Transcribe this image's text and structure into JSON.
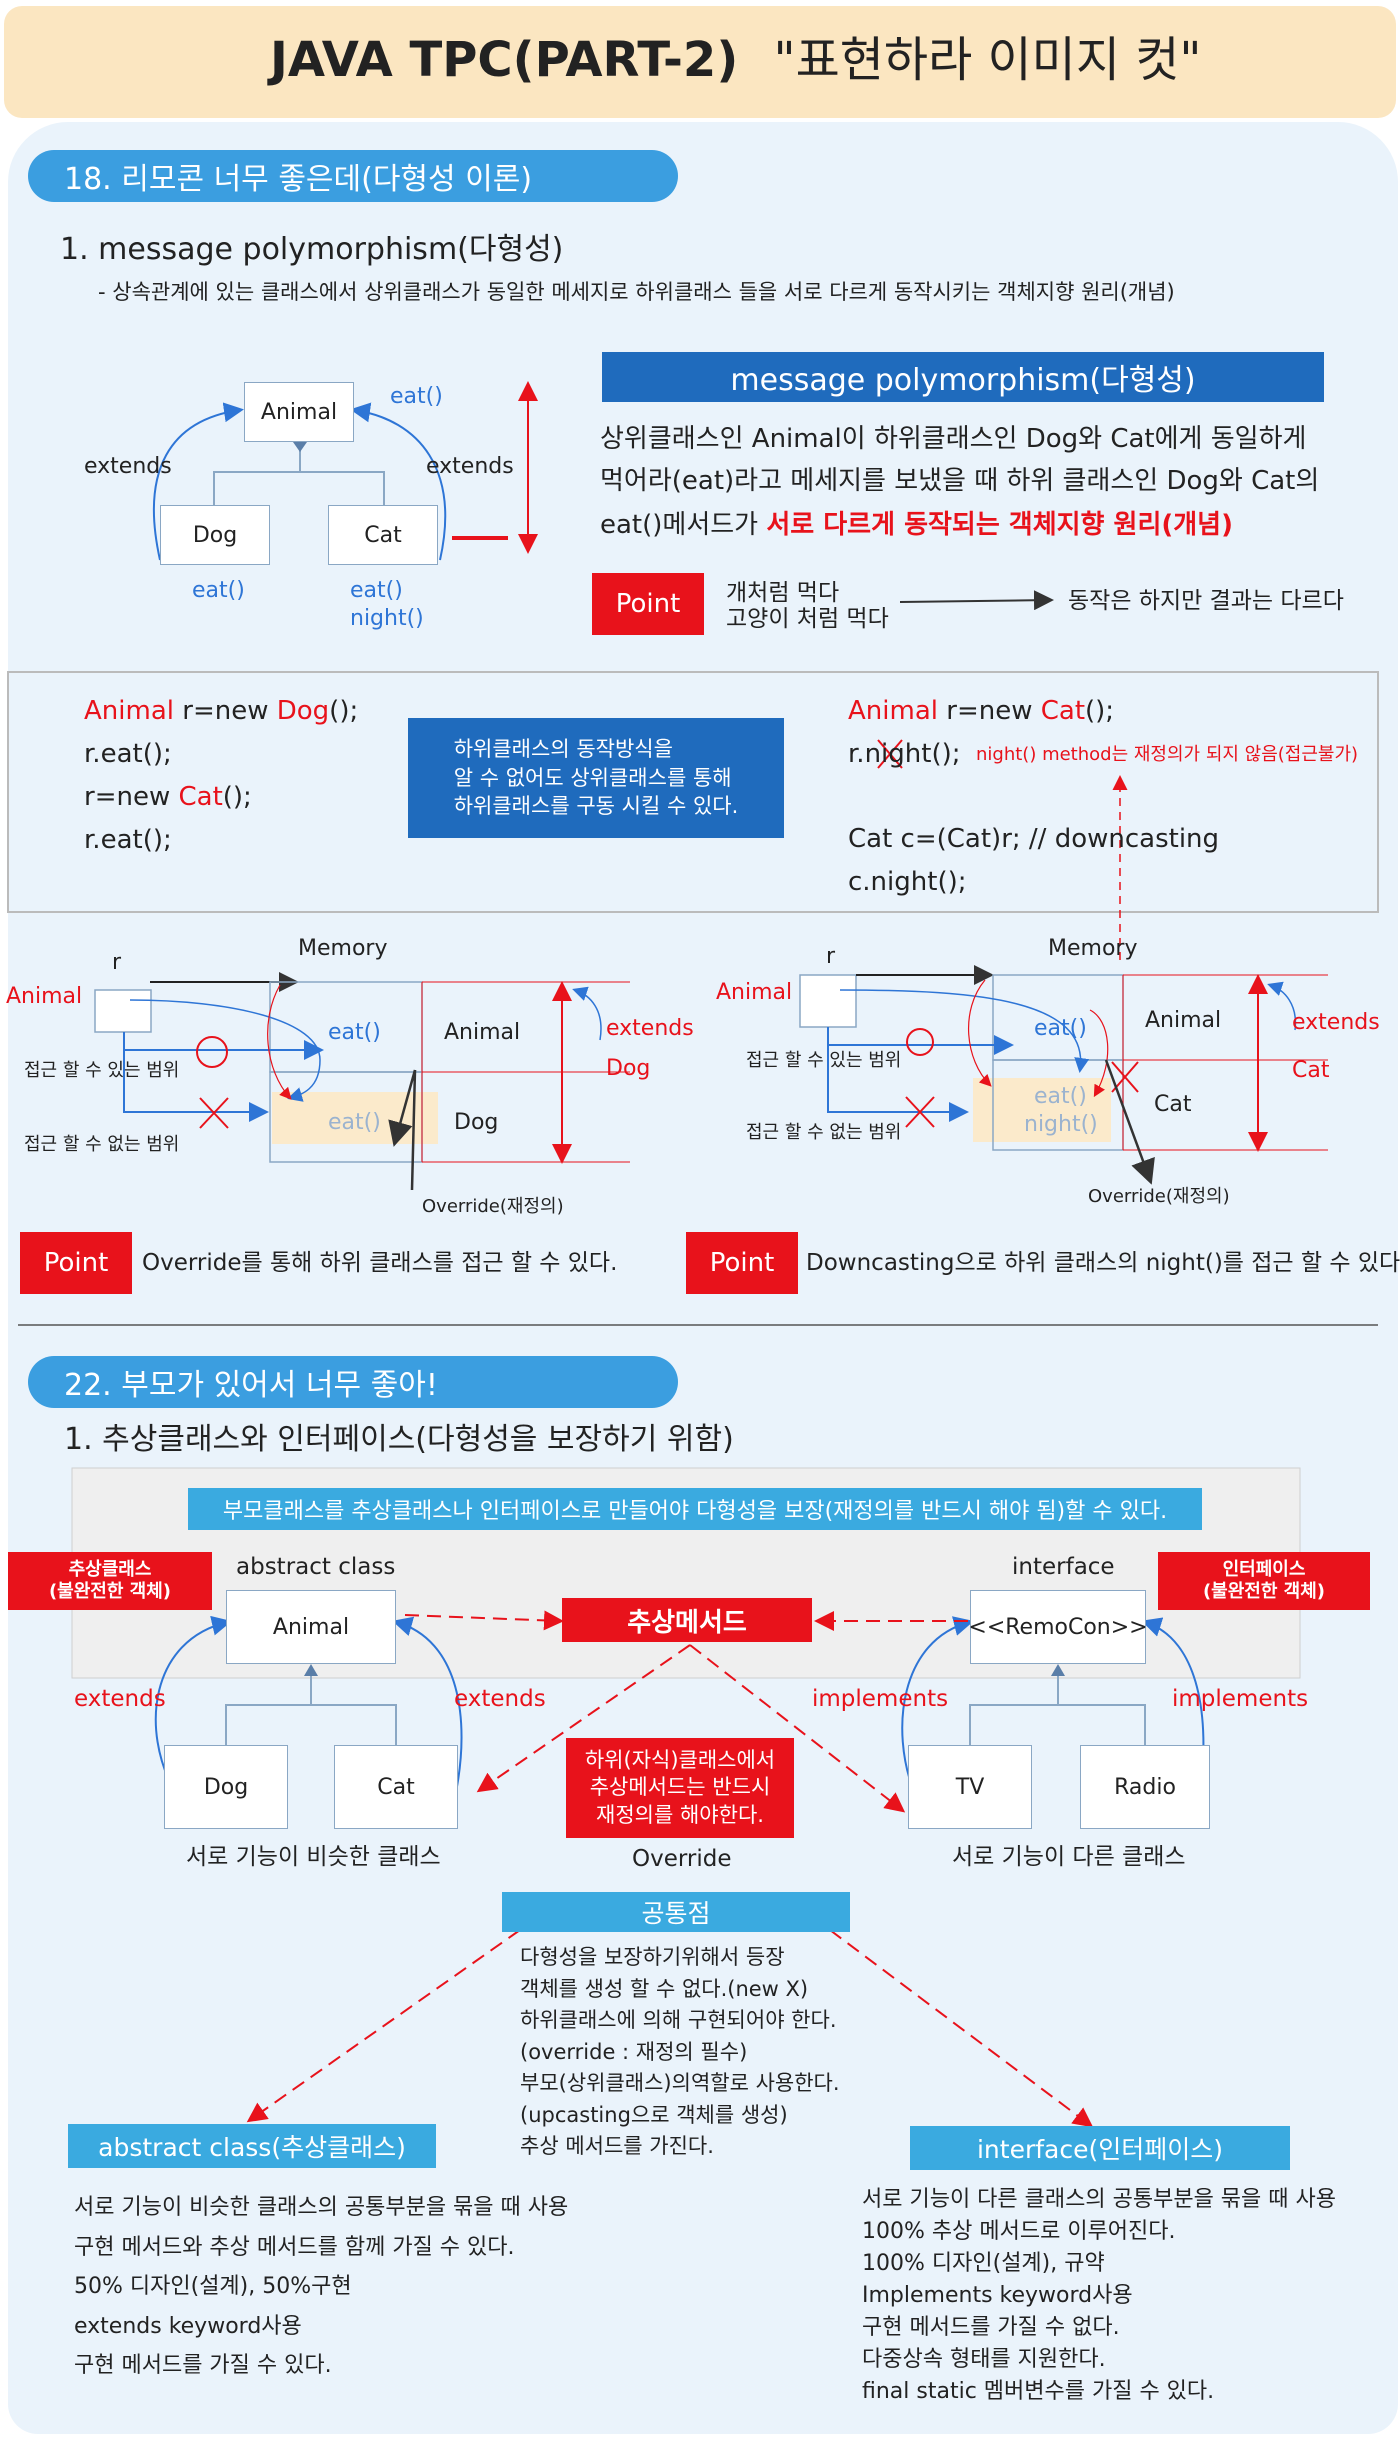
{
  "header": {
    "title_prefix": "JAVA TPC(PART-2)",
    "title_suffix": "\"표현하라 이미지 컷\""
  },
  "sec18": {
    "title": "18. 리모콘 너무 좋은데(다형성 이론)",
    "sub": "1. message polymorphism(다형성)",
    "desc": "- 상속관계에 있는 클래스에서 상위클래스가 동일한 메세지로 하위클래스 들을 서로 다르게 동작시키는 객체지향 원리(개념)",
    "d1": {
      "animal": "Animal",
      "dog": "Dog",
      "cat": "Cat",
      "extends_l": "extends",
      "extends_r": "extends",
      "eat_top": "eat()",
      "dog_eat": "eat()",
      "cat_eat": "eat()",
      "cat_night": "night()"
    },
    "mp_title": "message polymorphism(다형성)",
    "mp_l1": "상위클래스인 Animal이 하위클래스인 Dog와 Cat에게 동일하게",
    "mp_l2": "먹어라(eat)라고 메세지를 보냈을 때 하위 클래스인 Dog와 Cat의",
    "mp_l3a": "eat()메서드가 ",
    "mp_l3b": "서로 다르게 동작되는 객체지향 원리(개념)",
    "point1": "Point",
    "p1_a": "개처럼 먹다",
    "p1_b": "고양이 처럼 먹다",
    "p1_c": "동작은 하지만 결과는 다르다",
    "codeL": [
      {
        "a": "Animal",
        "b": " r=new ",
        "c": "Dog",
        "d": "();"
      },
      {
        "a": "",
        "b": "r.eat();",
        "c": "",
        "d": ""
      },
      {
        "a": "",
        "b": "r=new ",
        "c": "Cat",
        "d": "();"
      },
      {
        "a": "",
        "b": "r.eat();",
        "c": "",
        "d": ""
      }
    ],
    "mid_note": "하위클래스의 동작방식을\n알 수 없어도 상위클래스를 통해\n하위클래스를 구동 시킬 수 있다.",
    "codeR1a": "Animal",
    "codeR1b": " r=new ",
    "codeR1c": "Cat",
    "codeR1d": "();",
    "codeR2": "r.night();",
    "codeR2note": "night() method는 재정의가 되지 않음(접근불가)",
    "codeR3": "Cat c=(Cat)r;  // downcasting",
    "codeR4": "c.night();",
    "memL": {
      "memory": "Memory",
      "r": "r",
      "animal_lbl": "Animal",
      "access_ok": "접근 할 수 있는 범위",
      "access_no": "접근 할 수 없는 범위",
      "eat1": "eat()",
      "eat2": "eat()",
      "animal": "Animal",
      "dog": "Dog",
      "extends": "extends",
      "dog_side": "Dog",
      "override": "Override(재정의)"
    },
    "memR": {
      "memory": "Memory",
      "r": "r",
      "animal_lbl": "Animal",
      "access_ok": "접근 할 수 있는 범위",
      "access_no": "접근 할 수 없는 범위",
      "eat1": "eat()",
      "eat2": "eat()",
      "night": "night()",
      "animal": "Animal",
      "cat": "Cat",
      "extends": "extends",
      "cat_side": "Cat",
      "override": "Override(재정의)"
    },
    "point2": "Point",
    "p2": "Override를 통해 하위 클래스를 접근 할 수 있다.",
    "point3": "Point",
    "p3": "Downcasting으로 하위 클래스의 night()를  접근 할 수 있다."
  },
  "sec22": {
    "title": "22. 부모가 있어서 너무 좋아!",
    "sub": "1. 추상클래스와 인터페이스(다형성을 보장하기 위함)",
    "banner": "부모클래스를 추상클래스나 인터페이스로 만들어야 다형성을 보장(재정의를 반드시 해야 됨)할 수 있다.",
    "abs_tag": "추상클래스\n(불완전한 객체)",
    "abs_class": "abstract class",
    "iface_tag": "인터페이스\n(불완전한 객체)",
    "iface": "interface",
    "animal": "Animal",
    "remocon": "<<RemoCon>>",
    "abs_method": "추상메서드",
    "extends_l": "extends",
    "extends_r": "extends",
    "impl_l": "implements",
    "impl_r": "implements",
    "dog": "Dog",
    "cat": "Cat",
    "tv": "TV",
    "radio": "Radio",
    "override_note": "하위(자식)클래스에서\n추상메서드는 반드시\n재정의를 해야한다.",
    "similar": "서로 기능이 비슷한 클래스",
    "override": "Override",
    "different": "서로 기능이 다른 클래스",
    "common": "공통점",
    "common_lines": [
      "다형성을 보장하기위해서 등장",
      "객체를 생성 할 수 없다.(new X)",
      "하위클래스에 의해 구현되어야 한다.",
      "(override : 재정의 필수)",
      "부모(상위클래스)의역할로 사용한다.",
      "(upcasting으로 객체를 생성)",
      "추상 메서드를 가진다."
    ],
    "abs_box": "abstract class(추상클래스)",
    "abs_lines": [
      "서로 기능이 비슷한 클래스의 공통부분을 묶을 때 사용",
      "구현 메서드와 추상 메서드를 함께 가질 수 있다.",
      "50% 디자인(설계), 50%구현",
      "extends keyword사용",
      "구현 메서드를 가질 수 있다."
    ],
    "iface_box": "interface(인터페이스)",
    "iface_lines": [
      "서로 기능이 다른 클래스의 공통부분을 묶을 때 사용",
      "100% 추상 메서드로 이루어진다.",
      "100% 디자인(설계), 규약",
      "Implements keyword사용",
      "구현 메서드를 가질 수 없다.",
      "다중상속 형태를 지원한다.",
      "final static 멤버변수를 가질 수 있다."
    ]
  }
}
